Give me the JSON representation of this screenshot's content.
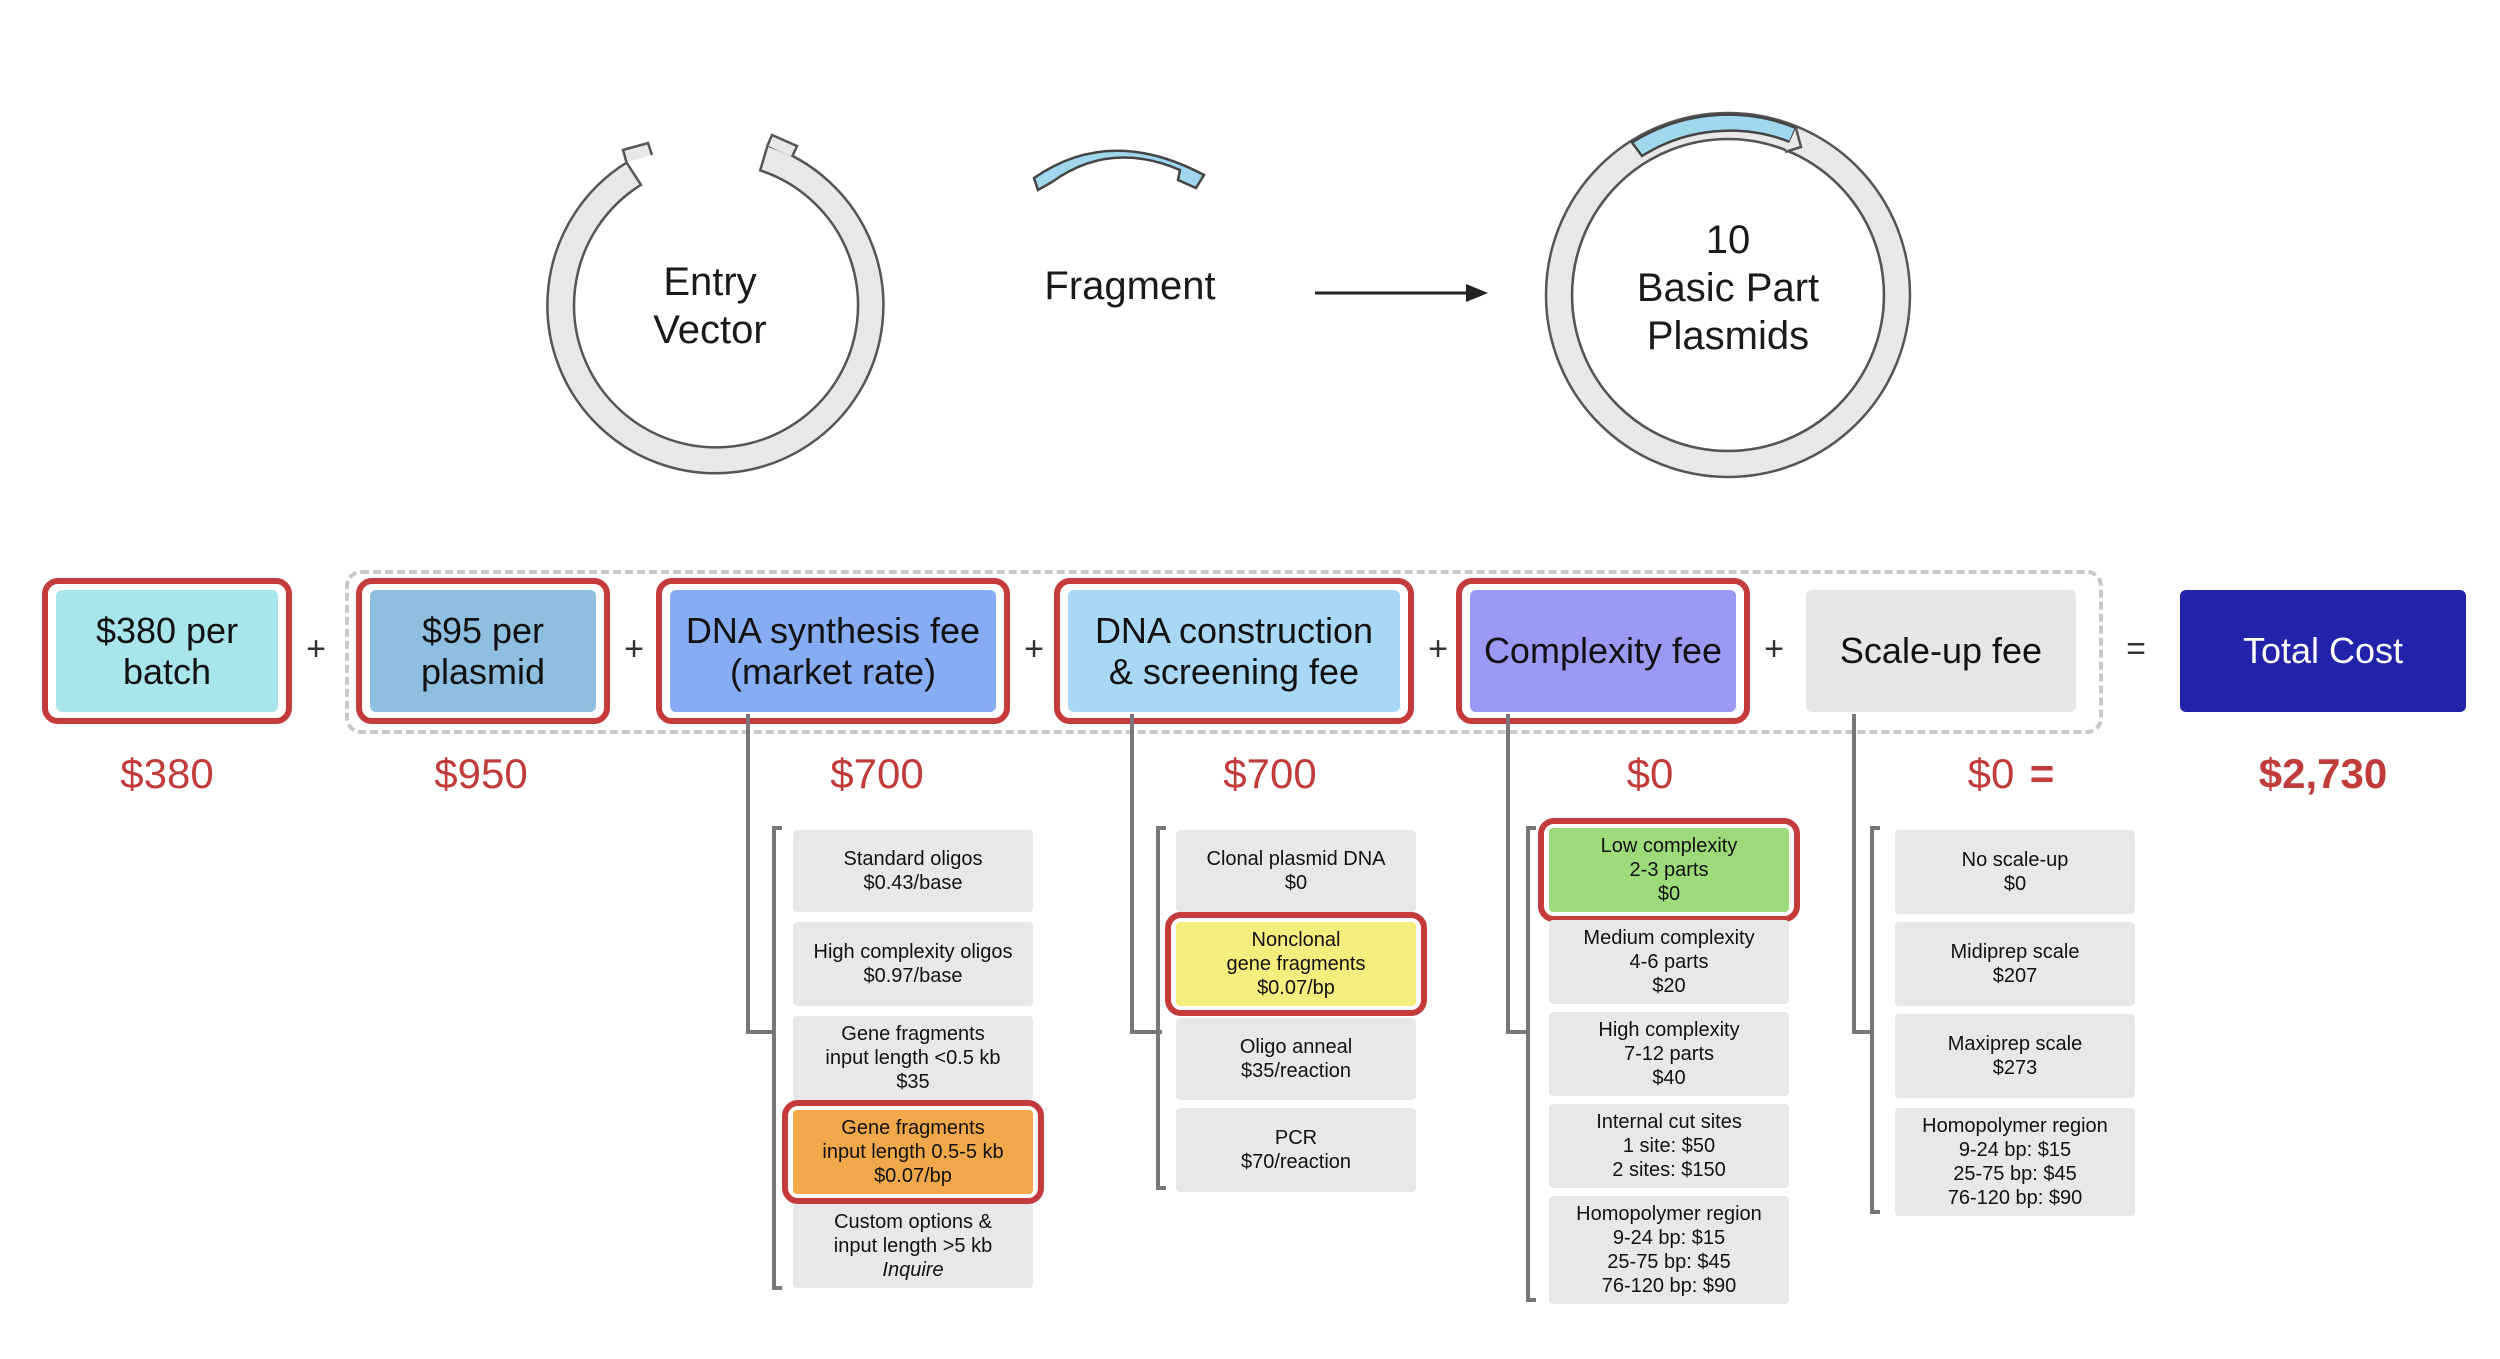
{
  "top": {
    "entry_vector": [
      "Entry",
      "Vector"
    ],
    "fragment": "Fragment",
    "result": [
      "10",
      "Basic Part",
      "Plasmids"
    ]
  },
  "colors": {
    "highlight": "#c53a3a",
    "price_red": "#c23b3b",
    "batch": "#a8e6ec",
    "plasmid": "#8fbfe0",
    "synthesis": "#86acf3",
    "construction": "#a8d8f5",
    "complexity": "#9a9af5",
    "scaleup": "#e6e6e6",
    "total": "#2222aa",
    "fragment_blue": "#9fd8ec"
  },
  "fees": {
    "batch": {
      "label": [
        "$380 per",
        "batch"
      ],
      "price": "$380"
    },
    "plasmid": {
      "label": [
        "$95 per",
        "plasmid"
      ],
      "price": "$950"
    },
    "synthesis": {
      "label": [
        "DNA synthesis fee",
        "(market rate)"
      ],
      "price": "$700"
    },
    "construction": {
      "label": [
        "DNA construction",
        "& screening fee"
      ],
      "price": "$700"
    },
    "complexity": {
      "label": "Complexity fee",
      "price": "$0"
    },
    "scaleup": {
      "label": "Scale-up fee",
      "price": "$0"
    },
    "total": {
      "label": "Total Cost",
      "price": "$2,730"
    }
  },
  "operators": {
    "plus": "+",
    "equals": "="
  },
  "synthesis_options": [
    {
      "lines": [
        "Standard oligos",
        "$0.43/base"
      ]
    },
    {
      "lines": [
        "High complexity oligos",
        "$0.97/base"
      ]
    },
    {
      "lines": [
        "Gene fragments",
        "input length <0.5 kb",
        "$35"
      ]
    },
    {
      "lines": [
        "Gene fragments",
        "input length 0.5-5 kb",
        "$0.07/bp"
      ],
      "selected": true
    },
    {
      "lines": [
        "Custom options &",
        "input length >5 kb"
      ],
      "italic": "Inquire"
    }
  ],
  "construction_options": [
    {
      "lines": [
        "Clonal plasmid DNA",
        "$0"
      ]
    },
    {
      "lines": [
        "Nonclonal",
        "gene fragments",
        "$0.07/bp"
      ],
      "selected": true
    },
    {
      "lines": [
        "Oligo anneal",
        "$35/reaction"
      ]
    },
    {
      "lines": [
        "PCR",
        "$70/reaction"
      ]
    }
  ],
  "complexity_options": [
    {
      "lines": [
        "Low complexity",
        "2-3 parts",
        "$0"
      ],
      "selected": true
    },
    {
      "lines": [
        "Medium complexity",
        "4-6 parts",
        "$20"
      ]
    },
    {
      "lines": [
        "High complexity",
        "7-12 parts",
        "$40"
      ]
    },
    {
      "lines": [
        "Internal cut sites",
        "1 site: $50",
        "2 sites: $150"
      ]
    },
    {
      "lines": [
        "Homopolymer region",
        "9-24 bp: $15",
        "25-75 bp: $45",
        "76-120 bp: $90"
      ]
    }
  ],
  "scaleup_options": [
    {
      "lines": [
        "No scale-up",
        "$0"
      ]
    },
    {
      "lines": [
        "Midiprep scale",
        "$207"
      ]
    },
    {
      "lines": [
        "Maxiprep scale",
        "$273"
      ]
    },
    {
      "lines": [
        "Homopolymer region",
        "9-24 bp: $15",
        "25-75 bp: $45",
        "76-120 bp: $90"
      ]
    }
  ]
}
